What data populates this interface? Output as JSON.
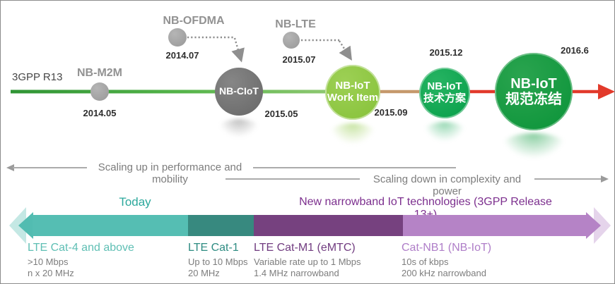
{
  "timeline": {
    "release": "3GPP R13",
    "nb_m2m": {
      "label": "NB-M2M",
      "date": "2014.05"
    },
    "nb_ofdma": {
      "label": "NB-OFDMA",
      "date": "2014.07"
    },
    "nb_ciot": {
      "label": "NB-CIoT",
      "date": "2015.05"
    },
    "nb_lte": {
      "label": "NB-LTE",
      "date": "2015.07"
    },
    "work_item": {
      "line1": "NB-IoT",
      "line2": "Work Item",
      "date": "2015.09"
    },
    "tech_plan": {
      "line1": "NB-IoT",
      "line2": "技术方案",
      "date": "2015.12"
    },
    "spec_freeze": {
      "line1": "NB-IoT",
      "line2": "规范冻结",
      "date": "2016.6"
    }
  },
  "scaling": {
    "up": "Scaling up in performance and mobility",
    "down": "Scaling down in complexity and power"
  },
  "bands": {
    "today": "Today",
    "new_tech": "New narrowband IoT technologies (3GPP Release 13+)",
    "cat4": {
      "name": "LTE Cat-4 and above",
      "rate": ">10 Mbps",
      "bandwidth": "n x 20 MHz"
    },
    "cat1": {
      "name": "LTE Cat-1",
      "rate": "Up to 10 Mbps",
      "bandwidth": "20 MHz"
    },
    "catm1": {
      "name": "LTE Cat-M1 (eMTC)",
      "rate": "Variable rate up to 1 Mbps",
      "bandwidth": "1.4 MHz narrowband"
    },
    "catnb1": {
      "name": "Cat-NB1 (NB-IoT)",
      "rate": "10s of kbps",
      "bandwidth": "200 kHz narrowband"
    }
  },
  "colors": {
    "timeline_green": "#3fa33f",
    "timeline_light_green": "#8fc871",
    "timeline_tan": "#c5996c",
    "timeline_red": "#e23a2b",
    "circle_gray": "#9a9a9a",
    "circle_dark_gray": "#6e6e6e",
    "circle_light_green": "#8cc63f",
    "circle_mid_green": "#0ba44e",
    "circle_dark_green": "#0e9b3e",
    "band_teal": "#55beb3",
    "band_dark_teal": "#37897f",
    "band_dark_purple": "#76417f",
    "band_light_purple": "#b583c6",
    "text_teal": "#2ca89c",
    "text_purple": "#7c2f8e"
  }
}
